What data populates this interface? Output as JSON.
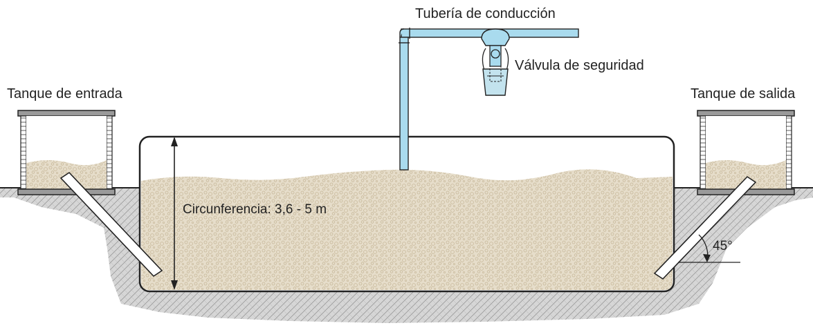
{
  "labels": {
    "conduction_pipe": "Tubería de conducción",
    "safety_valve": "Válvula de seguridad",
    "inlet_tank": "Tanque de entrada",
    "outlet_tank": "Tanque de salida",
    "circumference": "Circunferencia: 3,6 - 5 m",
    "angle": "45°"
  },
  "colors": {
    "soil": "#c9c9c9",
    "biodigester_fill": "#e5dccb",
    "gravel": "#ddd2bd",
    "pipe": "#a9dbee",
    "outline": "#222222",
    "tank_lid": "#9a9a9a"
  },
  "icons": [
    "safety-valve-icon"
  ]
}
